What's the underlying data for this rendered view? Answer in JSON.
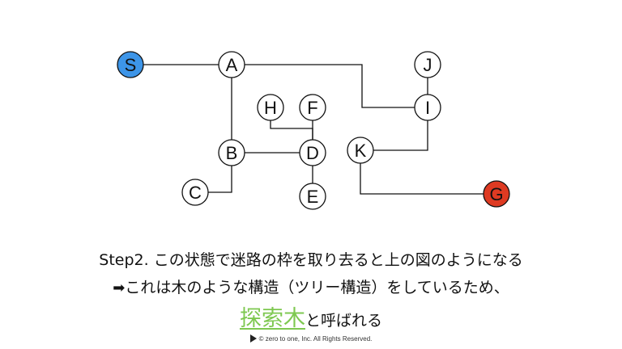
{
  "diagram": {
    "nodes": [
      {
        "id": "S",
        "label": "S",
        "fill": "#3d95e8",
        "text_color": "#111111"
      },
      {
        "id": "A",
        "label": "A",
        "fill": "#ffffff",
        "text_color": "#111111"
      },
      {
        "id": "B",
        "label": "B",
        "fill": "#ffffff",
        "text_color": "#111111"
      },
      {
        "id": "C",
        "label": "C",
        "fill": "#ffffff",
        "text_color": "#111111"
      },
      {
        "id": "D",
        "label": "D",
        "fill": "#ffffff",
        "text_color": "#111111"
      },
      {
        "id": "E",
        "label": "E",
        "fill": "#ffffff",
        "text_color": "#111111"
      },
      {
        "id": "F",
        "label": "F",
        "fill": "#ffffff",
        "text_color": "#111111"
      },
      {
        "id": "H",
        "label": "H",
        "fill": "#ffffff",
        "text_color": "#111111"
      },
      {
        "id": "I",
        "label": "I",
        "fill": "#ffffff",
        "text_color": "#111111"
      },
      {
        "id": "J",
        "label": "J",
        "fill": "#ffffff",
        "text_color": "#111111"
      },
      {
        "id": "K",
        "label": "K",
        "fill": "#ffffff",
        "text_color": "#111111"
      },
      {
        "id": "G",
        "label": "G",
        "fill": "#de3a22",
        "text_color": "#111111"
      }
    ],
    "edges": [
      {
        "from": "S",
        "to": "A"
      },
      {
        "from": "A",
        "to": "B"
      },
      {
        "from": "A",
        "to": "I"
      },
      {
        "from": "B",
        "to": "C"
      },
      {
        "from": "B",
        "to": "D"
      },
      {
        "from": "D",
        "to": "F"
      },
      {
        "from": "D",
        "to": "H"
      },
      {
        "from": "D",
        "to": "E"
      },
      {
        "from": "I",
        "to": "J"
      },
      {
        "from": "I",
        "to": "K"
      },
      {
        "from": "K",
        "to": "G"
      }
    ]
  },
  "text": {
    "line1": "Step2. この状態で迷路の枠を取り去ると上の図のようになる",
    "line2_arrow": "➡",
    "line2": "これは木のような構造（ツリー構造）をしているため、",
    "line3_highlight": "探索木",
    "line3_rest": "と呼ばれる",
    "highlight_color": "#7ec850"
  },
  "footer": {
    "text": "©  zero to one, Inc. All Rights Reserved."
  }
}
